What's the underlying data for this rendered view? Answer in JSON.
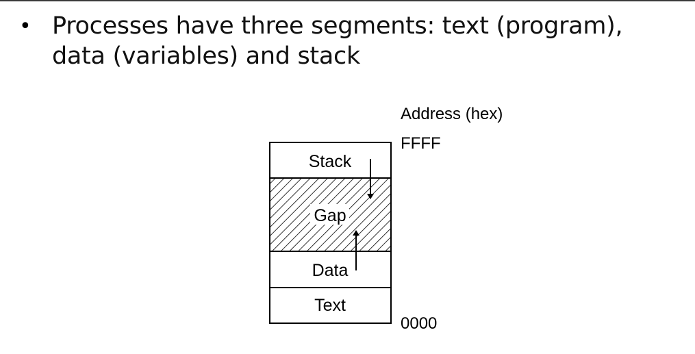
{
  "slide": {
    "bullet_symbol": "•",
    "bullet_text": "Processes have three segments: text (program), data (variables) and stack"
  },
  "diagram": {
    "address_header": "Address (hex)",
    "address_top": "FFFF",
    "address_bottom": "0000",
    "segments": {
      "stack": "Stack",
      "gap": "Gap",
      "data": "Data",
      "text": "Text"
    }
  }
}
